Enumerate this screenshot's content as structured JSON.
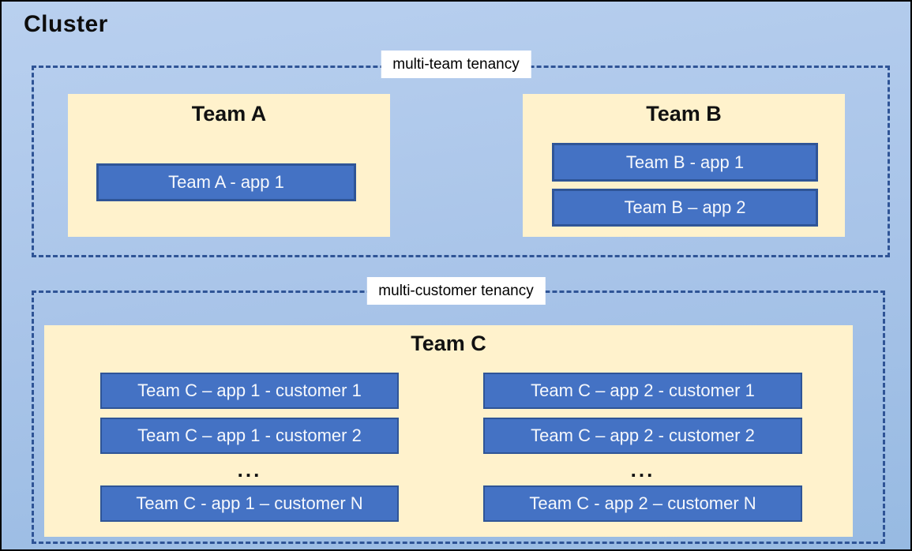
{
  "title": "Cluster",
  "colors": {
    "background_top": "#b9d0ef",
    "background_bottom": "#97bae2",
    "panel_fill": "#fff2cc",
    "app_fill": "#4472c4",
    "app_border": "#2f5597",
    "dashed_border": "#2f5496",
    "section_label_bg": "#ffffff",
    "dark_text": "#0d0d0d",
    "light_text": "#f6f8fc"
  },
  "sections": [
    {
      "id": "multi-team",
      "label": "multi-team tenancy",
      "teams": [
        {
          "name": "Team A",
          "apps": [
            "Team A - app 1"
          ]
        },
        {
          "name": "Team B",
          "apps": [
            "Team B - app 1",
            "Team B – app 2"
          ]
        }
      ]
    },
    {
      "id": "multi-customer",
      "label": "multi-customer tenancy",
      "teams": [
        {
          "name": "Team C",
          "columns": [
            {
              "rows": [
                "Team C – app 1 - customer 1",
                "Team C – app 1 - customer 2"
              ],
              "ellipsis": "...",
              "row_n": "Team C - app 1 – customer N"
            },
            {
              "rows": [
                "Team C – app 2 - customer 1",
                "Team C – app 2 - customer 2"
              ],
              "ellipsis": "...",
              "row_n": "Team C - app 2 – customer N"
            }
          ]
        }
      ]
    }
  ]
}
